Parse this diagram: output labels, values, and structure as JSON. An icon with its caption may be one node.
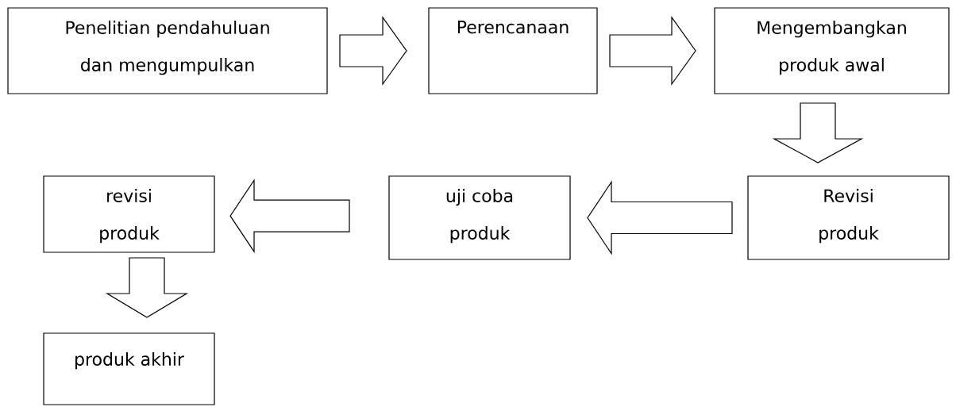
{
  "diagram": {
    "nodes": [
      {
        "text": [
          "Penelitian pendahuluan dan mengumpulkan"
        ]
      },
      {
        "text": [
          "Perencanaan"
        ]
      },
      {
        "text": [
          "Mengembangkan produk awal"
        ]
      },
      {
        "text": [
          "Revisi produk"
        ]
      },
      {
        "text": [
          "uji coba produk"
        ]
      },
      {
        "text": [
          "revisi produk"
        ]
      },
      {
        "text": [
          "produk akhir"
        ]
      }
    ],
    "edges": [
      {
        "from": 0,
        "to": 1,
        "arrow": "to"
      },
      {
        "from": 1,
        "to": 2,
        "arrow": "to"
      },
      {
        "from": 2,
        "to": 3,
        "arrow": "to"
      },
      {
        "from": 3,
        "to": 4,
        "arrow": "to"
      },
      {
        "from": 4,
        "to": 5,
        "arrow": "to"
      },
      {
        "from": 5,
        "to": 6,
        "arrow": "to"
      }
    ]
  }
}
